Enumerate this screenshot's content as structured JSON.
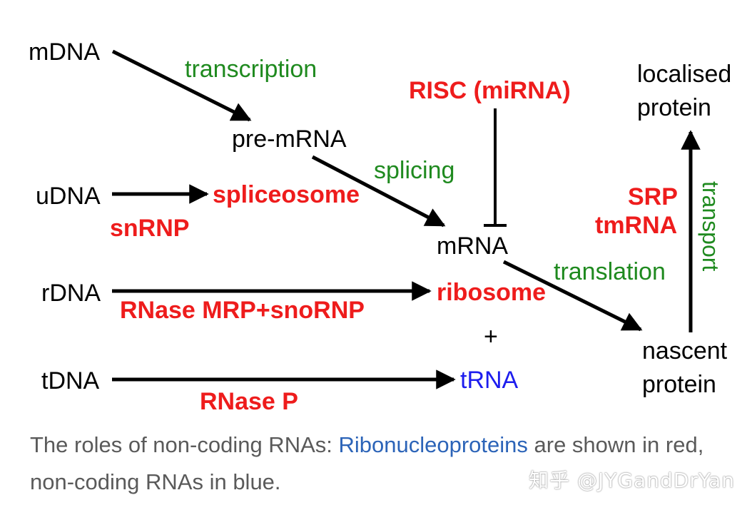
{
  "diagram": {
    "nodes": {
      "mdna": "mDNA",
      "pre_mrna": "pre-mRNA",
      "mrna": "mRNA",
      "udna": "uDNA",
      "rdna": "rDNA",
      "tdna": "tDNA",
      "trna": "tRNA",
      "plus": "+",
      "nascent_protein_line1": "nascent",
      "nascent_protein_line2": "protein",
      "localised_protein_line1": "localised",
      "localised_protein_line2": "protein"
    },
    "processes": {
      "transcription": "transcription",
      "splicing": "splicing",
      "translation": "translation",
      "transport": "transport"
    },
    "ribonucleoproteins": {
      "risc": "RISC (miRNA)",
      "spliceosome": "spliceosome",
      "snrnp": "snRNP",
      "ribosome": "ribosome",
      "rnase_mrp": "RNase MRP+snoRNP",
      "rnase_p": "RNase P",
      "srp": "SRP",
      "tmrna": "tmRNA"
    },
    "colors": {
      "node": "#000000",
      "process": "#1f8a1f",
      "ribonucleoprotein": "#ee1c1c",
      "noncoding_rna": "#1d1dee"
    }
  },
  "caption": {
    "prefix": "The roles of non-coding RNAs: ",
    "link": "Ribonucleoproteins",
    "suffix": " are shown in red, non-coding RNAs in blue."
  },
  "watermark": "知乎 @JYGandDrYan"
}
